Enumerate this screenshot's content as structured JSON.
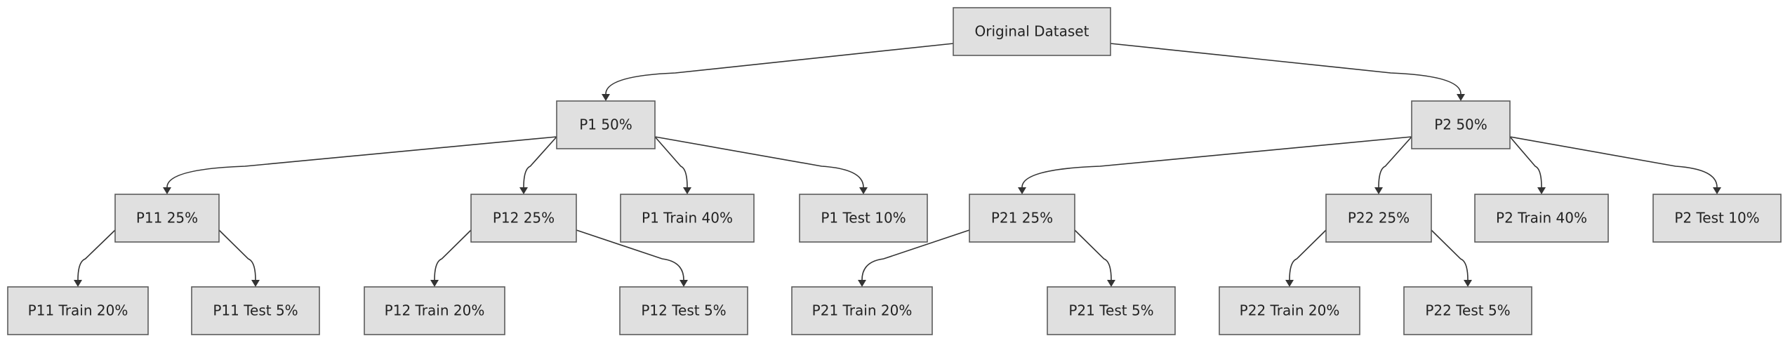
{
  "diagram": {
    "nodes": [
      {
        "id": "root",
        "label": "Original Dataset"
      },
      {
        "id": "p1",
        "label": "P1 50%"
      },
      {
        "id": "p2",
        "label": "P2 50%"
      },
      {
        "id": "p11",
        "label": "P11 25%"
      },
      {
        "id": "p12",
        "label": "P12 25%"
      },
      {
        "id": "p1train",
        "label": "P1 Train 40%"
      },
      {
        "id": "p1test",
        "label": "P1 Test 10%"
      },
      {
        "id": "p21",
        "label": "P21 25%"
      },
      {
        "id": "p22",
        "label": "P22 25%"
      },
      {
        "id": "p2train",
        "label": "P2 Train 40%"
      },
      {
        "id": "p2test",
        "label": "P2 Test 10%"
      },
      {
        "id": "p11train",
        "label": "P11 Train 20%"
      },
      {
        "id": "p11test",
        "label": "P11 Test 5%"
      },
      {
        "id": "p12train",
        "label": "P12 Train 20%"
      },
      {
        "id": "p12test",
        "label": "P12 Test 5%"
      },
      {
        "id": "p21train",
        "label": "P21 Train 20%"
      },
      {
        "id": "p21test",
        "label": "P21 Test 5%"
      },
      {
        "id": "p22train",
        "label": "P22 Train 20%"
      },
      {
        "id": "p22test",
        "label": "P22 Test 5%"
      }
    ],
    "edges": [
      {
        "from": "root",
        "to": "p1"
      },
      {
        "from": "root",
        "to": "p2"
      },
      {
        "from": "p1",
        "to": "p11"
      },
      {
        "from": "p1",
        "to": "p12"
      },
      {
        "from": "p1",
        "to": "p1train"
      },
      {
        "from": "p1",
        "to": "p1test"
      },
      {
        "from": "p2",
        "to": "p21"
      },
      {
        "from": "p2",
        "to": "p22"
      },
      {
        "from": "p2",
        "to": "p2train"
      },
      {
        "from": "p2",
        "to": "p2test"
      },
      {
        "from": "p11",
        "to": "p11train"
      },
      {
        "from": "p11",
        "to": "p11test"
      },
      {
        "from": "p12",
        "to": "p12train"
      },
      {
        "from": "p12",
        "to": "p12test"
      },
      {
        "from": "p21",
        "to": "p21train"
      },
      {
        "from": "p21",
        "to": "p21test"
      },
      {
        "from": "p22",
        "to": "p22train"
      },
      {
        "from": "p22",
        "to": "p22test"
      }
    ]
  }
}
